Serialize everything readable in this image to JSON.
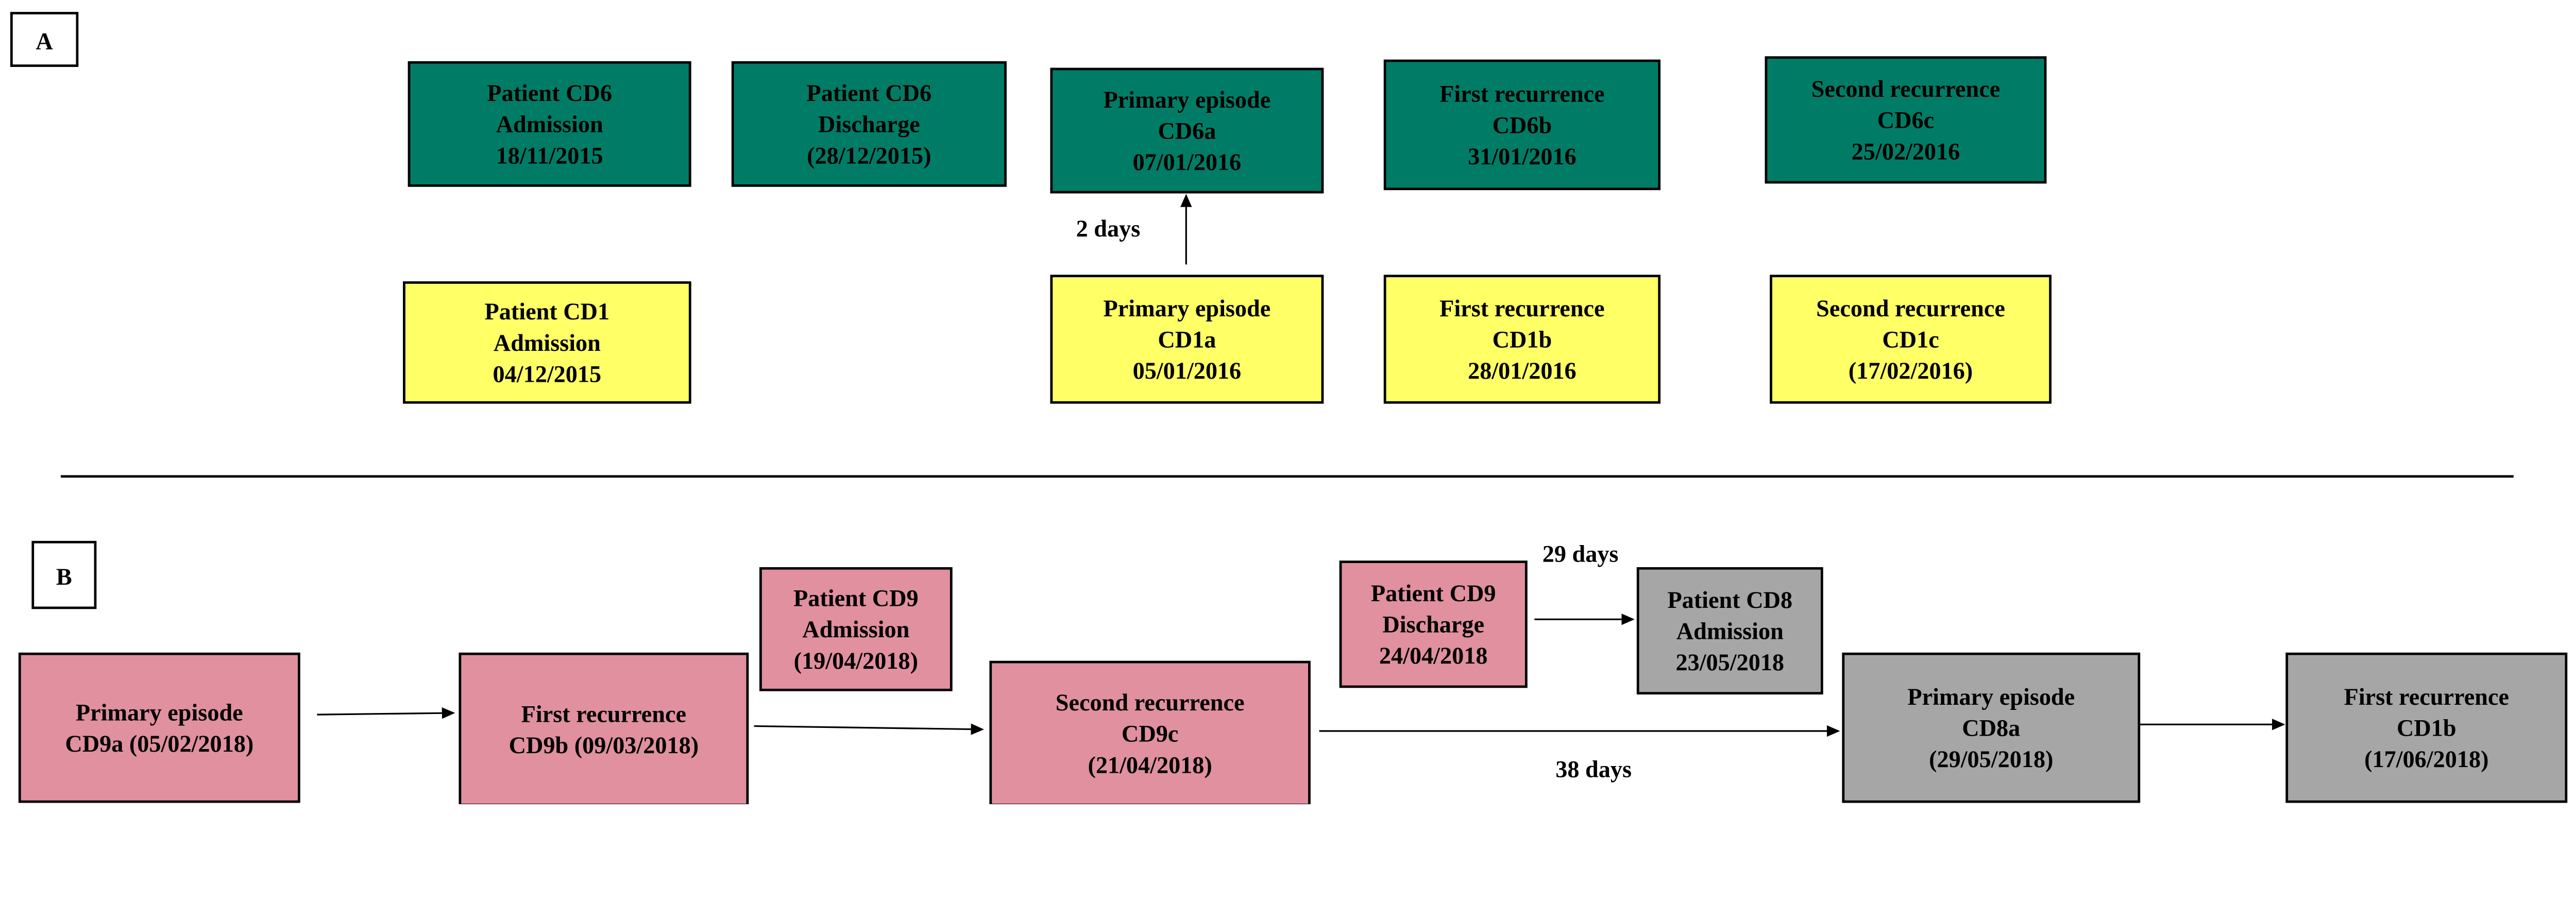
{
  "colors": {
    "cd6": "#007C66",
    "cd1": "#FFFF66",
    "cd9": "#E0909E",
    "cd8": "#A6A6A6"
  },
  "panel_a": {
    "label": "A",
    "boxes": [
      {
        "id": "cd6-admission",
        "color": "cd6",
        "lines": [
          "Patient CD6",
          "Admission",
          "18/11/2015"
        ]
      },
      {
        "id": "cd6-discharge",
        "color": "cd6",
        "lines": [
          "Patient CD6",
          "Discharge",
          "(28/12/2015)"
        ]
      },
      {
        "id": "cd6a",
        "color": "cd6",
        "lines": [
          "Primary episode",
          "CD6a",
          "07/01/2016"
        ]
      },
      {
        "id": "cd6b",
        "color": "cd6",
        "lines": [
          "First recurrence",
          "CD6b",
          "31/01/2016"
        ]
      },
      {
        "id": "cd6c",
        "color": "cd6",
        "lines": [
          "Second recurrence",
          "CD6c",
          "25/02/2016"
        ]
      },
      {
        "id": "cd1-admission",
        "color": "cd1",
        "lines": [
          "Patient CD1",
          "Admission",
          "04/12/2015"
        ]
      },
      {
        "id": "cd1a",
        "color": "cd1",
        "lines": [
          "Primary episode",
          "CD1a",
          "05/01/2016"
        ]
      },
      {
        "id": "cd1b",
        "color": "cd1",
        "lines": [
          "First recurrence",
          "CD1b",
          "28/01/2016"
        ]
      },
      {
        "id": "cd1c",
        "color": "cd1",
        "lines": [
          "Second recurrence",
          "CD1c",
          "(17/02/2016)"
        ]
      }
    ],
    "interval_label": "2 days"
  },
  "panel_b": {
    "label": "B",
    "boxes": [
      {
        "id": "cd9a",
        "color": "cd9",
        "lines": [
          "Primary episode",
          "CD9a (05/02/2018)"
        ]
      },
      {
        "id": "cd9b",
        "color": "cd9",
        "lines": [
          "First recurrence",
          "CD9b (09/03/2018)"
        ]
      },
      {
        "id": "cd9-admission",
        "color": "cd9",
        "lines": [
          "Patient CD9",
          "Admission",
          "(19/04/2018)"
        ]
      },
      {
        "id": "cd9c",
        "color": "cd9",
        "lines": [
          "Second recurrence",
          "CD9c",
          "(21/04/2018)"
        ]
      },
      {
        "id": "cd9-discharge",
        "color": "cd9",
        "lines": [
          "Patient CD9",
          "Discharge",
          "24/04/2018"
        ]
      },
      {
        "id": "cd8-admission",
        "color": "cd8",
        "lines": [
          "Patient CD8",
          "Admission",
          "23/05/2018"
        ]
      },
      {
        "id": "cd8a",
        "color": "cd8",
        "lines": [
          "Primary episode",
          "CD8a",
          "(29/05/2018)"
        ]
      },
      {
        "id": "cd1b-b",
        "color": "cd8",
        "lines": [
          "First recurrence",
          "CD1b",
          "(17/06/2018)"
        ]
      }
    ],
    "interval_29_label": "29 days",
    "interval_38_label": "38 days"
  }
}
